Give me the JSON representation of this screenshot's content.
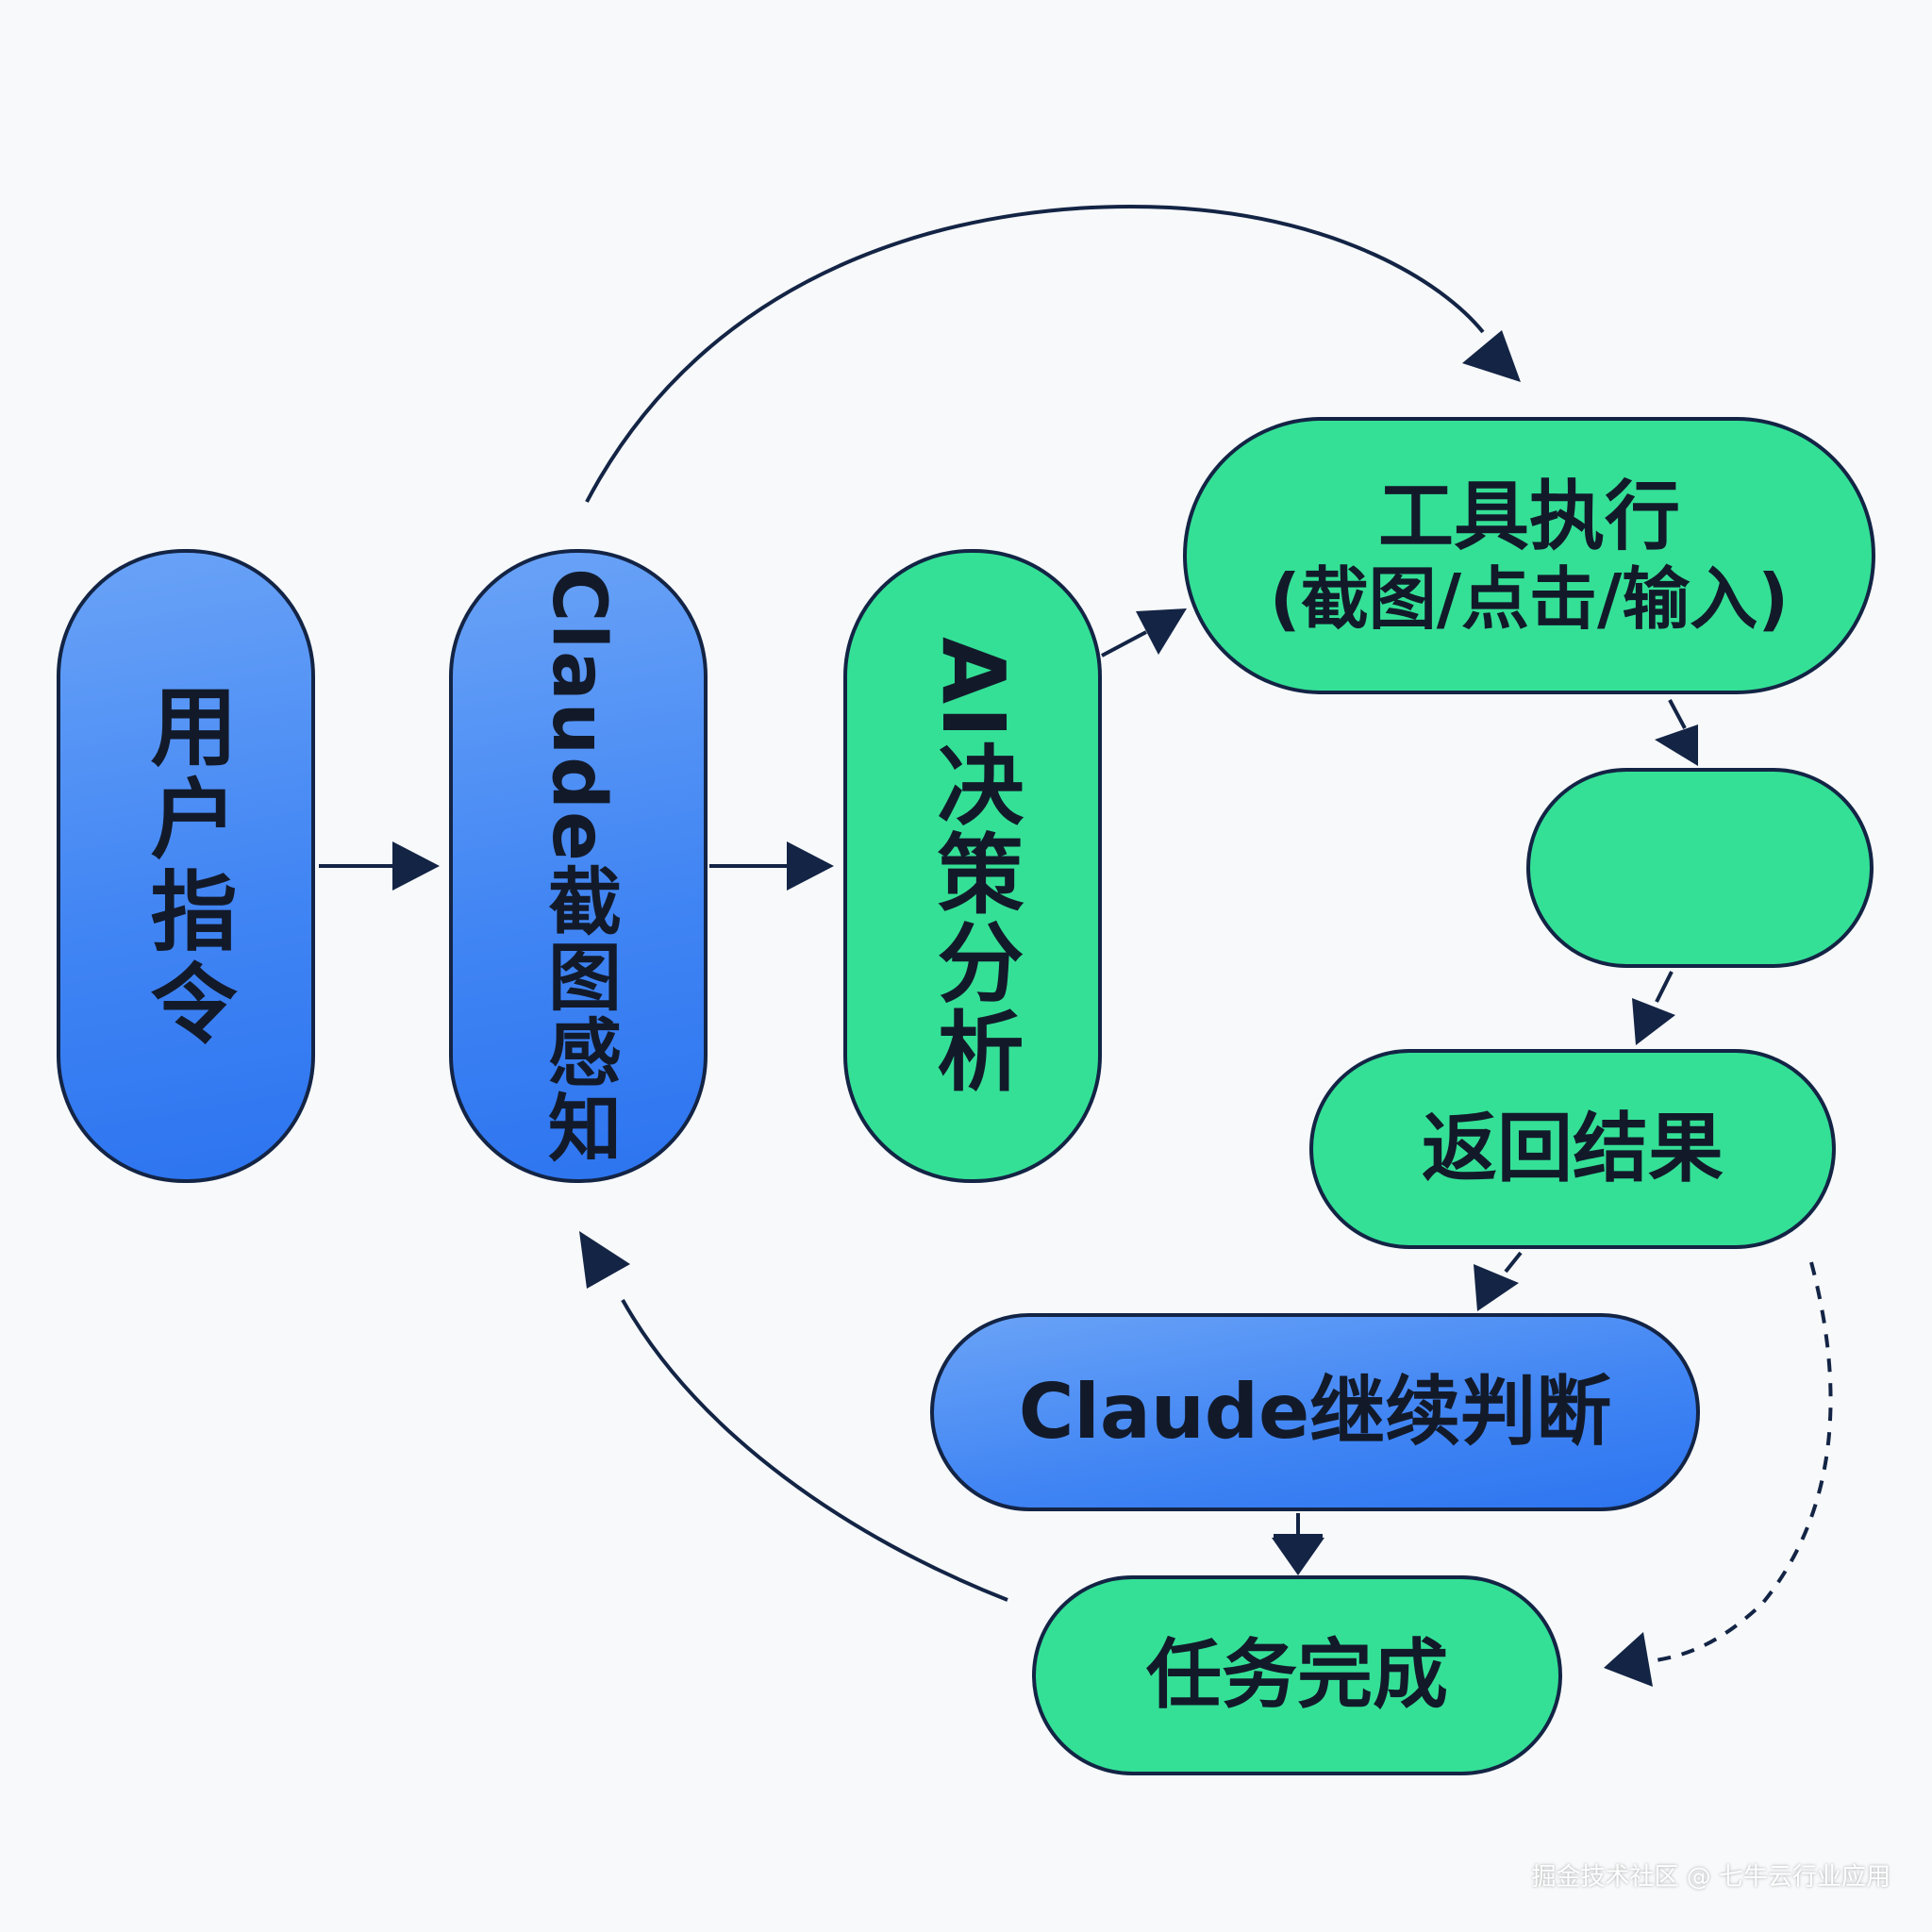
{
  "nodes": {
    "user_command": "用户指令",
    "claude_screenshot": "Claude截图感知",
    "ai_decision": "AI决策分析",
    "tool_execute": {
      "line1": "工具执行",
      "line2": "(截图/点击/输入)"
    },
    "blank_step": "",
    "return_result": "返回结果",
    "claude_continue": "Claude继续判断",
    "task_done": "任务完成"
  },
  "watermark": "掘金技术社区 @ 七牛云行业应用",
  "colors": {
    "blue_node": "#4286f4",
    "green_node": "#34e096",
    "outline": "#132445",
    "arrow": "#132445"
  }
}
